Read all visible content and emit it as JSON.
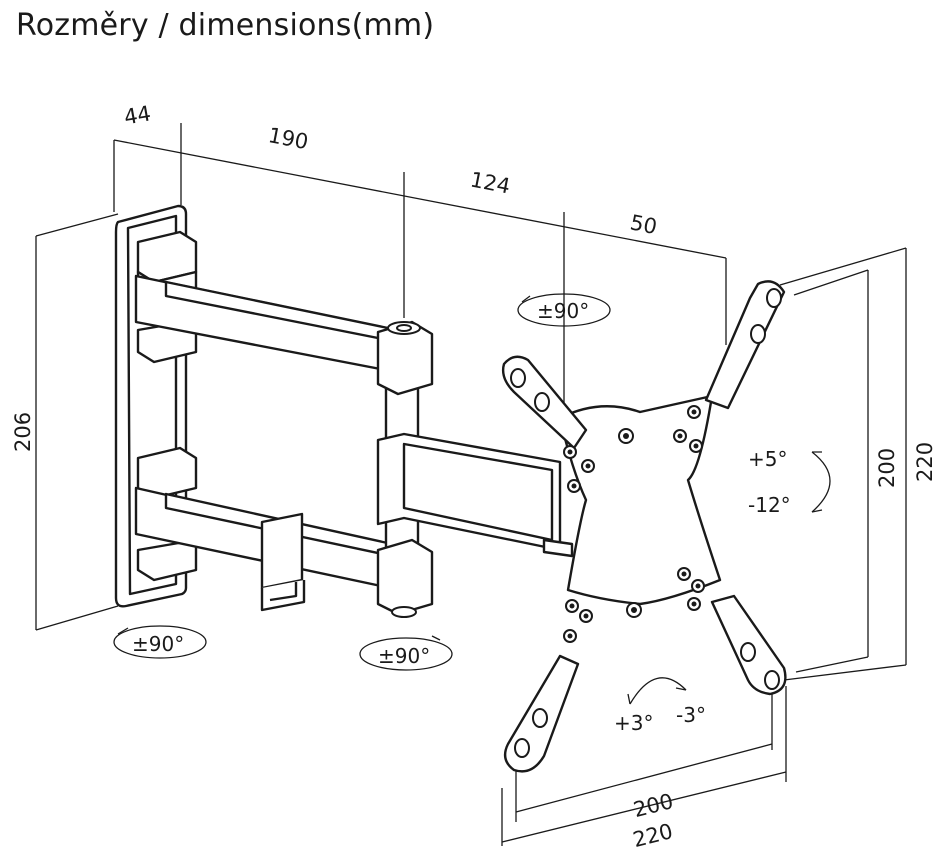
{
  "title": "Rozměry / dimensions(mm)",
  "dimensions": {
    "wall_plate_depth": "44",
    "arm1_length": "190",
    "arm2_length": "124",
    "plate_offset": "50",
    "bracket_height": "206",
    "vesa_vertical_inner": "200",
    "vesa_vertical_outer": "220",
    "vesa_horizontal_inner": "200",
    "vesa_horizontal_outer": "220"
  },
  "angles": {
    "swivel_wall": "±90°",
    "swivel_elbow": "±90°",
    "swivel_head": "±90°",
    "tilt_up": "+5°",
    "tilt_down": "-12°",
    "rotate_left": "+3°",
    "rotate_right": "-3°"
  }
}
